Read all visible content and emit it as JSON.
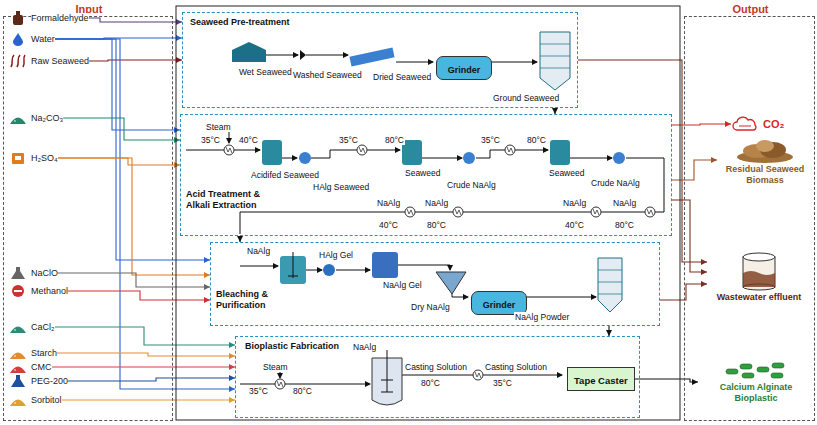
{
  "diagram": {
    "nodes": [
      {
        "text": [
          "Input"
        ]
      },
      {
        "text": [
          "Formaldehyde"
        ],
        "in": 0
      },
      {
        "text": [
          "Water"
        ],
        "in": 0
      },
      {
        "text": [
          "Raw Seaweed"
        ],
        "in": 0
      },
      {
        "text": [
          "Na₂CO₃"
        ],
        "in": 0
      },
      {
        "text": [
          "H₂SO₄"
        ],
        "in": 0
      },
      {
        "text": [
          "NaClO"
        ],
        "in": 0
      },
      {
        "text": [
          "Methanol"
        ],
        "in": 0
      },
      {
        "text": [
          "CaCl₂"
        ],
        "in": 0
      },
      {
        "text": [
          "Starch"
        ],
        "in": 0
      },
      {
        "text": [
          "CMC"
        ],
        "in": 0
      },
      {
        "text": [
          "PEG-200"
        ],
        "in": 0
      },
      {
        "text": [
          "Sorbitol"
        ],
        "in": 0
      },
      {
        "text": [
          "Seaweed Pre-treatment"
        ]
      },
      {
        "text": [
          "Grinder"
        ],
        "in": 13
      },
      {
        "text": [
          "Acid Treatment & Alkali Extraction"
        ]
      },
      {
        "text": [
          "Bleaching & Purification"
        ]
      },
      {
        "text": [
          "Grinder"
        ],
        "in": 16
      },
      {
        "text": [
          "Bioplastic Fabrication"
        ]
      },
      {
        "text": [
          "Tape Caster"
        ],
        "in": 18
      },
      {
        "text": [
          "Output"
        ]
      },
      {
        "text": [
          "CO₂"
        ],
        "in": 20
      },
      {
        "text": [
          "Residual Seaweed Biomass"
        ],
        "in": 20
      },
      {
        "text": [
          "Wastewater effluent"
        ],
        "in": 20
      },
      {
        "text": [
          "Calcium Alginate Bioplastic"
        ],
        "in": 20
      }
    ],
    "edges": [
      {
        "from": 1,
        "to": 13,
        "arrow": "to"
      },
      {
        "from": 2,
        "to": 13,
        "arrow": "to"
      },
      {
        "from": 3,
        "to": 13,
        "arrow": "to"
      },
      {
        "from": 2,
        "to": 15,
        "arrow": "to"
      },
      {
        "from": 2,
        "to": 16,
        "arrow": "to"
      },
      {
        "from": 2,
        "to": 18,
        "arrow": "to"
      },
      {
        "from": 4,
        "to": 15,
        "arrow": "to"
      },
      {
        "from": 5,
        "to": 15,
        "arrow": "to"
      },
      {
        "from": 5,
        "to": 16,
        "arrow": "to"
      },
      {
        "from": 6,
        "to": 16,
        "arrow": "to"
      },
      {
        "from": 7,
        "to": 16,
        "arrow": "to"
      },
      {
        "from": 8,
        "to": 18,
        "arrow": "to"
      },
      {
        "from": 9,
        "to": 18,
        "arrow": "to"
      },
      {
        "from": 10,
        "to": 18,
        "arrow": "to"
      },
      {
        "from": 11,
        "to": 18,
        "arrow": "to"
      },
      {
        "from": 12,
        "to": 18,
        "arrow": "to"
      },
      {
        "from": 13,
        "to": 23,
        "arrow": "to"
      },
      {
        "from": 15,
        "to": 21,
        "arrow": "to"
      },
      {
        "from": 15,
        "to": 22,
        "arrow": "to"
      },
      {
        "from": 15,
        "to": 23,
        "arrow": "to"
      },
      {
        "from": 16,
        "to": 23,
        "arrow": "to"
      },
      {
        "from": 19,
        "to": 24,
        "arrow": "to"
      },
      {
        "from": 13,
        "to": 15,
        "arrow": "to"
      },
      {
        "from": 15,
        "to": 16,
        "arrow": "to"
      },
      {
        "from": 16,
        "to": 18,
        "arrow": "to"
      }
    ],
    "labels": [
      "Wet Seaweed",
      "Washed Seaweed",
      "Dried Seaweed",
      "Ground Seaweed",
      "Steam",
      "35°C",
      "40°C",
      "Acidifed Seaweed",
      "HAlg Seaweed",
      "35°C",
      "80°C",
      "Seaweed",
      "Crude NaAlg",
      "35°C",
      "80°C",
      "Seaweed",
      "Crude NaAlg",
      "NaAlg",
      "40°C",
      "NaAlg",
      "80°C",
      "NaAlg",
      "40°C",
      "NaAlg",
      "80°C",
      "NaAlg",
      "HAlg Gel",
      "NaAlg Gel",
      "Dry NaAlg",
      "NaAlg Powder",
      "NaAlg",
      "Steam",
      "35°C",
      "80°C",
      "Casting Solution",
      "80°C",
      "Casting Solution",
      "35°C"
    ]
  }
}
